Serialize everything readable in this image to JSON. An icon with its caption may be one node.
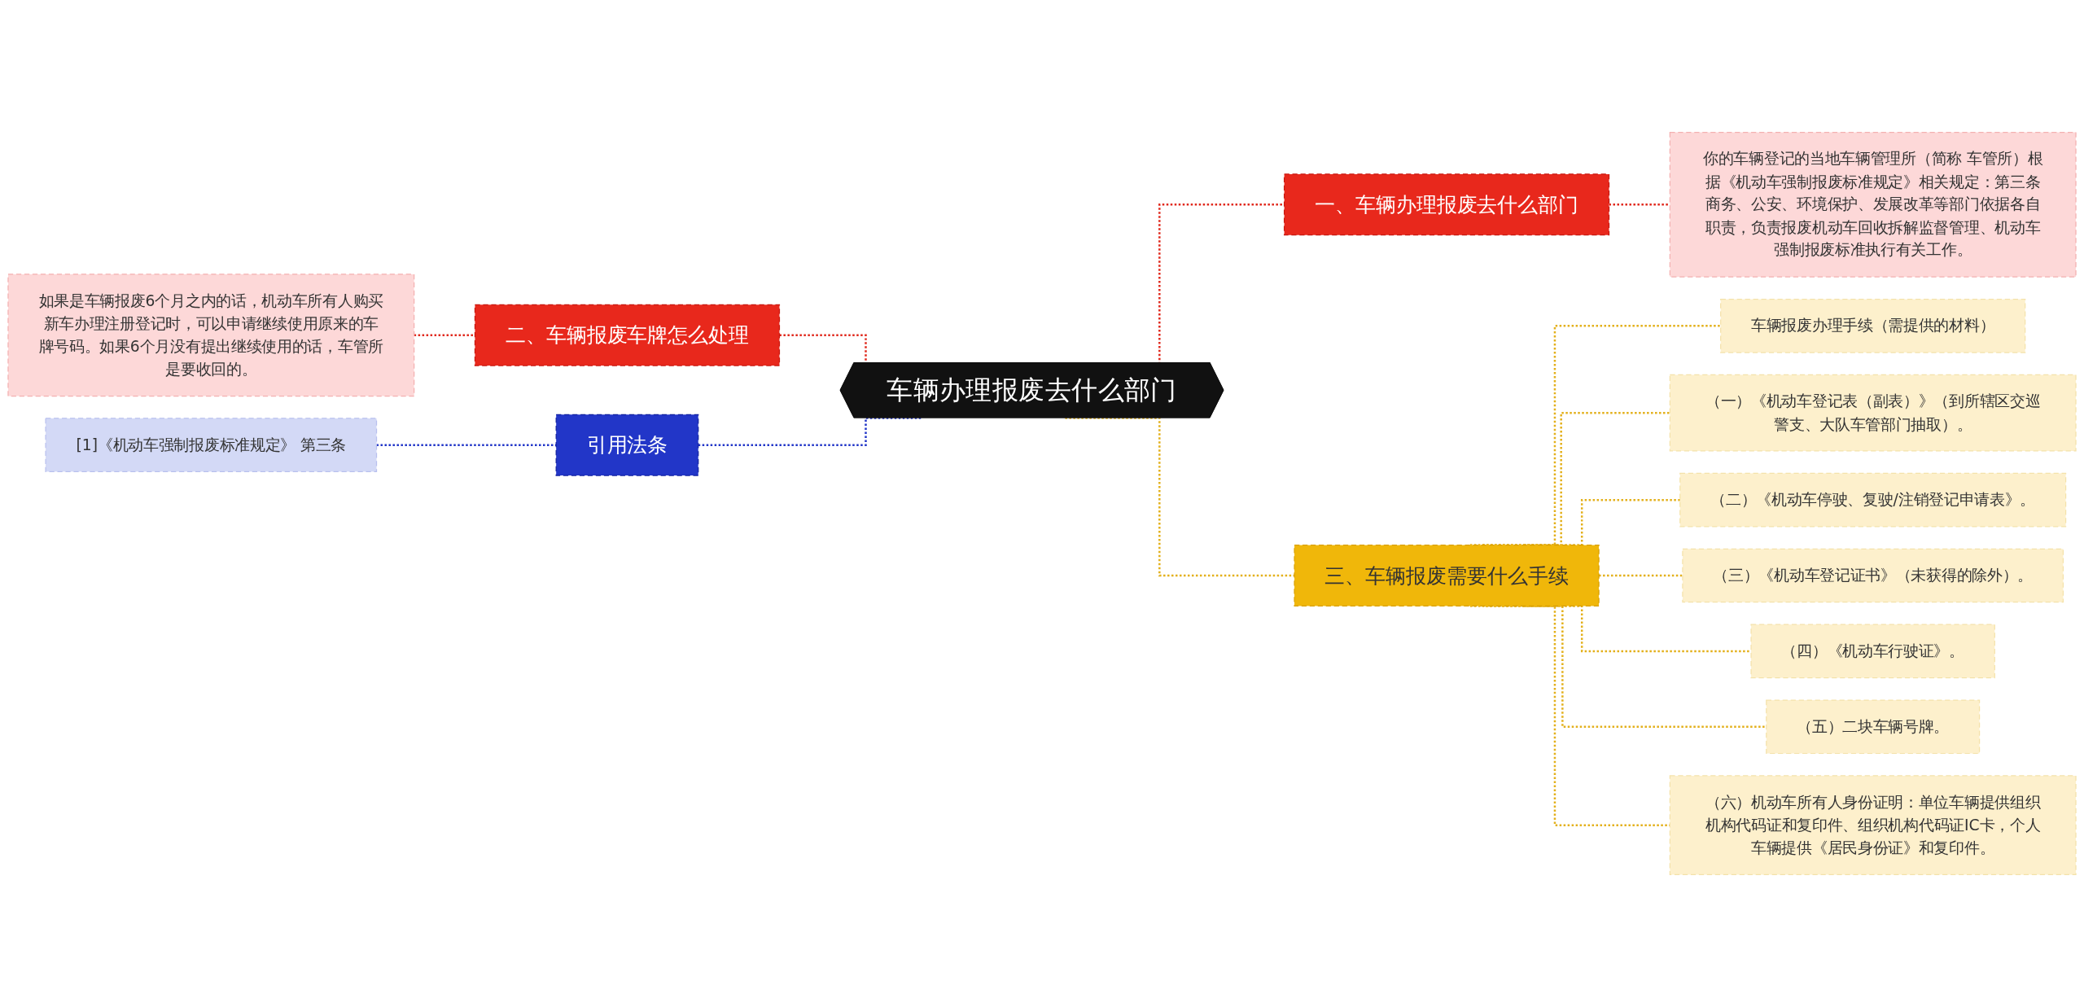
{
  "diagram": {
    "nodes": [
      {
        "text": [
          "车辆办理报废去什么部门"
        ]
      },
      {
        "text": [
          "一、车辆办理报废去什么部门"
        ]
      },
      {
        "text": [
          "你的车辆登记的当地车辆管理所（简称 车管所）根据《机动车强制报废标准规定》相关规定：第三条商务、公安、环境保护、发展改革等部门依据各自职责，负责报废机动车回收拆解监督管理、机动车强制报废标准执行有关工作。"
        ]
      },
      {
        "text": [
          "三、车辆报废需要什么手续"
        ]
      },
      {
        "text": [
          "车辆报废办理手续（需提供的材料）"
        ]
      },
      {
        "text": [
          "（一）《机动车登记表（副表）》（到所辖区交巡警支、大队车管部门抽取）。"
        ]
      },
      {
        "text": [
          "（二）《机动车停驶、复驶/注销登记申请表》。"
        ]
      },
      {
        "text": [
          "（三）《机动车登记证书》（未获得的除外）。"
        ]
      },
      {
        "text": [
          "（四）《机动车行驶证》。"
        ]
      },
      {
        "text": [
          "（五）二块车辆号牌。"
        ]
      },
      {
        "text": [
          "（六）机动车所有人身份证明：单位车辆提供组织机构代码证和复印件、组织机构代码证IC卡，个人车辆提供《居民身份证》和复印件。"
        ]
      },
      {
        "text": [
          "二、车辆报废车牌怎么处理"
        ]
      },
      {
        "text": [
          "如果是车辆报废6个月之内的话，机动车所有人购买新车办理注册登记时，可以申请继续使用原来的车牌号码。如果6个月没有提出继续使用的话，车管所是要收回的。"
        ]
      },
      {
        "text": [
          "引用法条"
        ]
      },
      {
        "text": [
          "[1]《机动车强制报废标准规定》 第三条"
        ]
      }
    ],
    "edges": [
      {
        "from": 0,
        "to": 1,
        "arrow": "none",
        "style": "dashed",
        "color": "#e0281c"
      },
      {
        "from": 1,
        "to": 2,
        "arrow": "none",
        "style": "dashed",
        "color": "#e0281c"
      },
      {
        "from": 0,
        "to": 3,
        "arrow": "none",
        "style": "dashed"
      },
      {
        "from": 3,
        "to": 4,
        "arrow": "none",
        "style": "dashed"
      },
      {
        "from": 3,
        "to": 5,
        "arrow": "none",
        "style": "dashed"
      },
      {
        "from": 3,
        "to": 6,
        "arrow": "none",
        "style": "dashed"
      },
      {
        "from": 3,
        "to": 7,
        "arrow": "none",
        "style": "dashed"
      },
      {
        "from": 3,
        "to": 8,
        "arrow": "none",
        "style": "dashed"
      },
      {
        "from": 3,
        "to": 9,
        "arrow": "none",
        "style": "dashed"
      },
      {
        "from": 3,
        "to": 10,
        "arrow": "none",
        "style": "dashed"
      },
      {
        "from": 0,
        "to": 11,
        "arrow": "none",
        "style": "dashed",
        "color": "#e0281c"
      },
      {
        "from": 11,
        "to": 12,
        "arrow": "none",
        "style": "dashed",
        "color": "#e0281c"
      },
      {
        "from": 0,
        "to": 13,
        "arrow": "none",
        "style": "dashed",
        "color": "#2236c8"
      },
      {
        "from": 13,
        "to": 14,
        "arrow": "none",
        "style": "dashed",
        "color": "#2236c8"
      }
    ]
  }
}
